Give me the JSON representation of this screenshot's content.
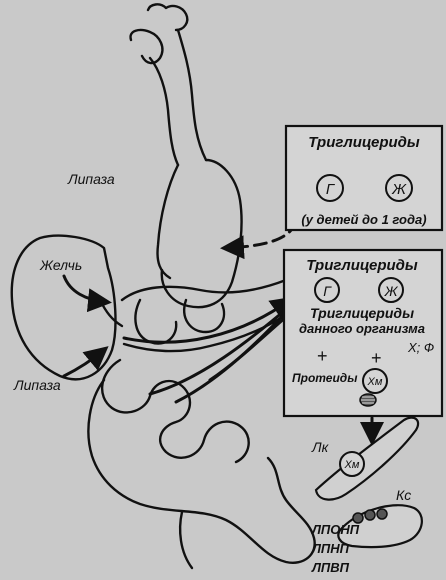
{
  "labels": {
    "lipase_stomach": "Липаза",
    "bile": "Желчь",
    "lipase_pancreas": "Липаза"
  },
  "box_top": {
    "title": "Триглицериды",
    "circle_g": "Г",
    "circle_zh": "Ж",
    "note": "(у детей до 1 года)"
  },
  "box_main": {
    "title": "Триглицериды",
    "circle_g": "Г",
    "circle_zh": "Ж",
    "line1": "Триглицериды",
    "line2": "данного организма",
    "plus_left": "+",
    "plus_right": "+",
    "xf": "Х; Ф",
    "proteins": "Протеиды",
    "hm": "Хм"
  },
  "lymph": {
    "lk": "Лк",
    "hm": "Хм"
  },
  "capillary": {
    "ks": "Кс",
    "lipoproteins": [
      "ЛПОНП",
      "ЛПНП",
      "ЛПВП"
    ]
  },
  "colors": {
    "background": "#c9c9c9",
    "ink": "#111111",
    "box_fill": "#d4d4d4"
  }
}
